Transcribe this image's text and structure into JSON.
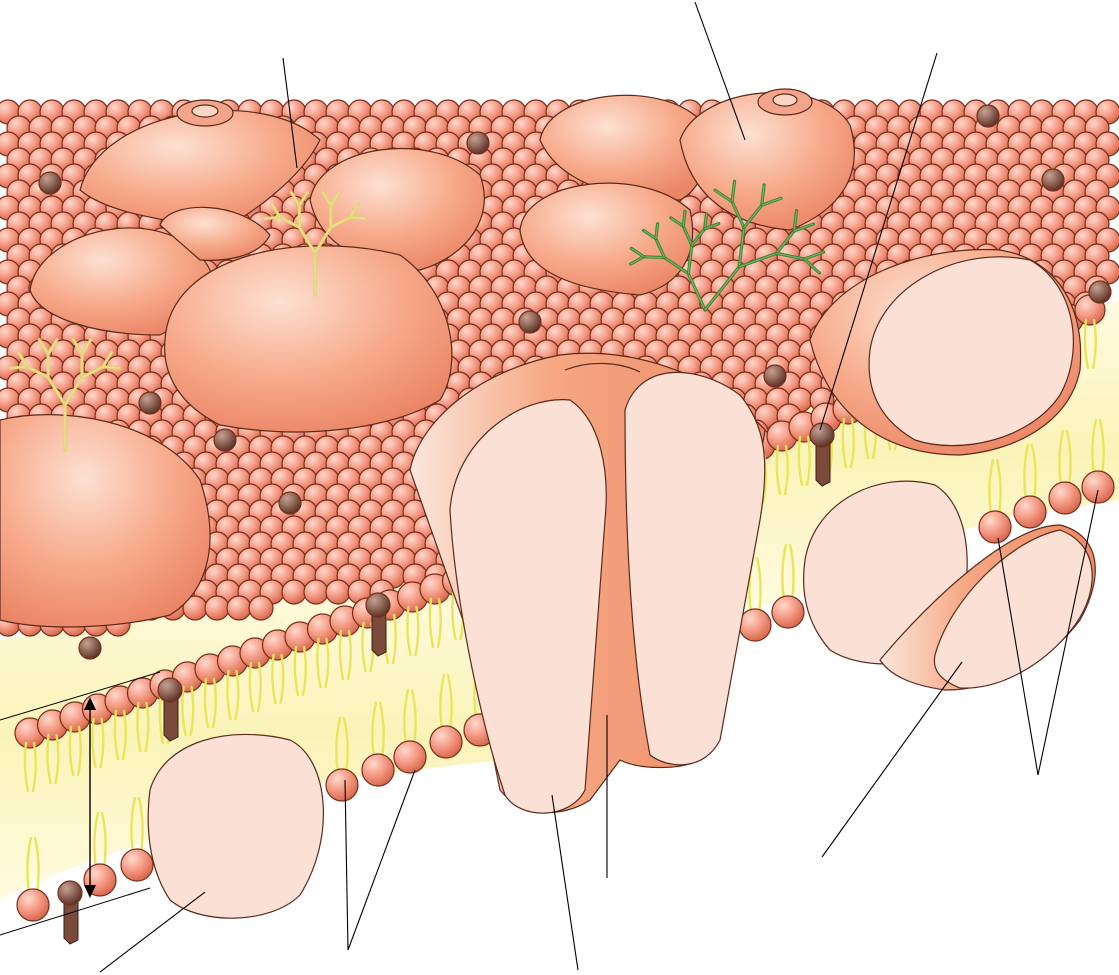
{
  "diagram": {
    "labels": [],
    "colors": {
      "phospholipid_head": "#f0907a",
      "head_highlight": "#ffd6c8",
      "cholesterol": "#7a4a3a",
      "protein_surface": "#f6a07c",
      "protein_cut": "#fbe0d6",
      "hydrophobic_core": "#fbf6c8",
      "lipid_tail": "#e9e55a",
      "glycoprotein_chain": "#e8e07a",
      "glycolipid_chain": "#3f8a32",
      "leader_line": "#000000"
    },
    "icons": [
      "phospholipid-bilayer",
      "integral-protein",
      "peripheral-protein",
      "channel-protein",
      "cholesterol-molecule",
      "carbohydrate-chain",
      "membrane-thickness-arrow"
    ]
  }
}
